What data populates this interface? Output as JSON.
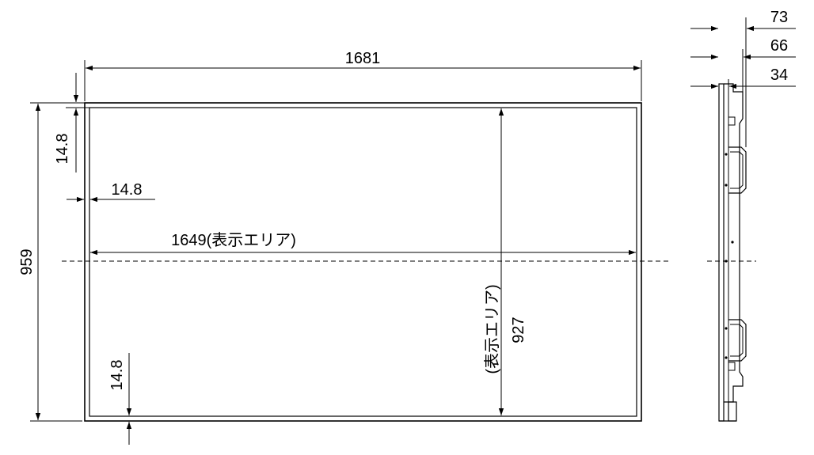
{
  "front_view": {
    "overall_width": "1681",
    "bezel_top": "14.8",
    "bezel_left": "14.8",
    "display_width": "1649(表示エリア)",
    "overall_height": "959",
    "display_height_value": "927",
    "display_height_note": "(表示エリア)",
    "bezel_bottom": "14.8"
  },
  "side_view": {
    "depth_total": "73",
    "depth_mid": "66",
    "depth_thin": "34"
  }
}
